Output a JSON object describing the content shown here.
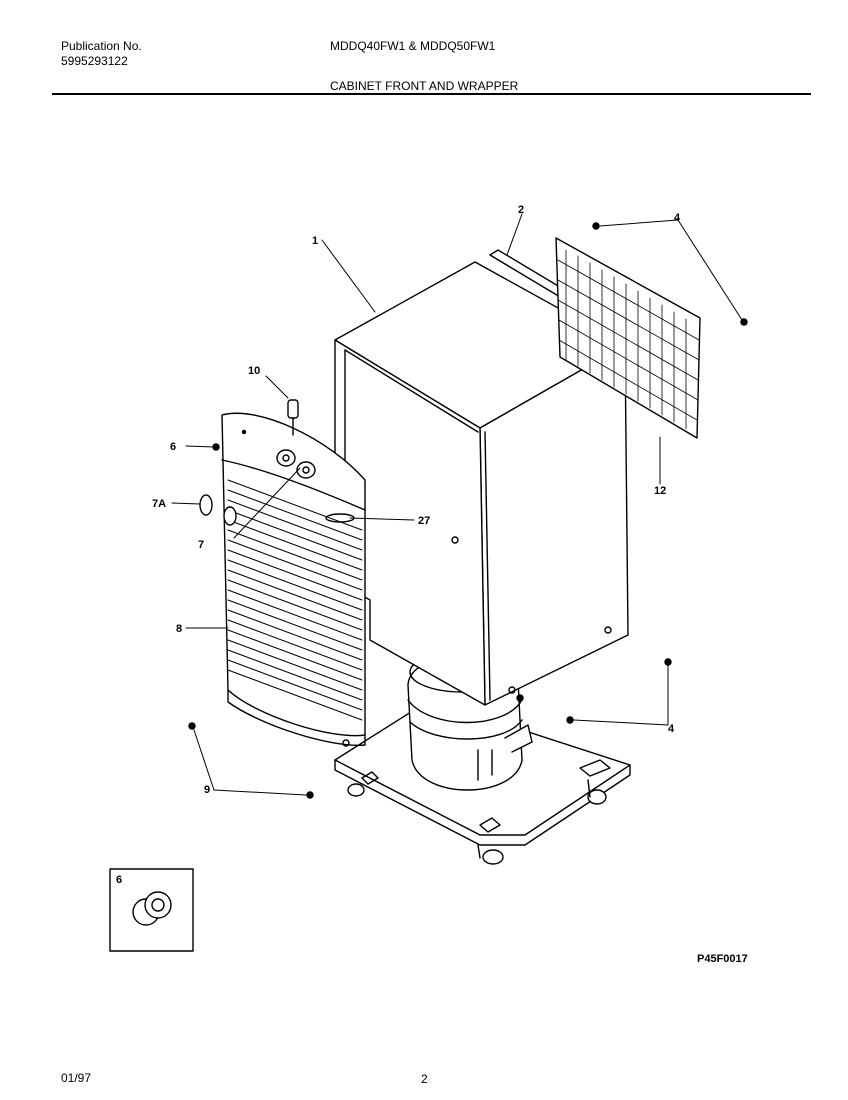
{
  "header": {
    "publication_label": "Publication No.",
    "publication_number": "5995293122",
    "model_numbers": "MDDQ40FW1 & MDDQ50FW1",
    "page_title": "CABINET FRONT AND WRAPPER"
  },
  "callouts": {
    "c1": "1",
    "c2": "2",
    "c4a": "4",
    "c4b": "4",
    "c6": "6",
    "c6_inset": "6",
    "c7": "7",
    "c7a": "7A",
    "c8": "8",
    "c9": "9",
    "c10": "10",
    "c12": "12",
    "c27": "27"
  },
  "diagram_code": "P45F0017",
  "footer": {
    "date": "01/97",
    "page_number": "2"
  }
}
